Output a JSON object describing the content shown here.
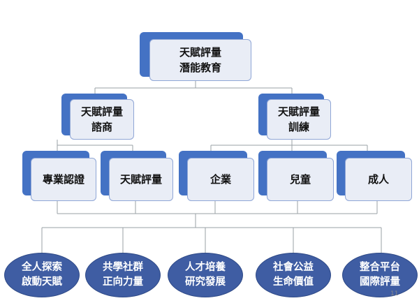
{
  "root": {
    "line1": "天賦評量",
    "line2": "潛能教育"
  },
  "branches": {
    "consult": {
      "line1": "天賦評量",
      "line2": "諮商"
    },
    "training": {
      "line1": "天賦評量",
      "line2": "訓練"
    }
  },
  "leaves": {
    "certification": "專業認證",
    "assessment": "天賦評量",
    "enterprise": "企業",
    "children": "兒童",
    "adults": "成人"
  },
  "goals": [
    {
      "line1": "全人探索",
      "line2": "啟動天賦"
    },
    {
      "line1": "共學社群",
      "line2": "正向力量"
    },
    {
      "line1": "人才培養",
      "line2": "研究發展"
    },
    {
      "line1": "社會公益",
      "line2": "生命價值"
    },
    {
      "line1": "整合平台",
      "line2": "國際評量"
    }
  ],
  "page_number": "11",
  "colors": {
    "box_accent": "#4472c4",
    "box_fill": "#e9edf6",
    "oval_fill": "#3f5da3",
    "connector": "#9aa0a6"
  }
}
